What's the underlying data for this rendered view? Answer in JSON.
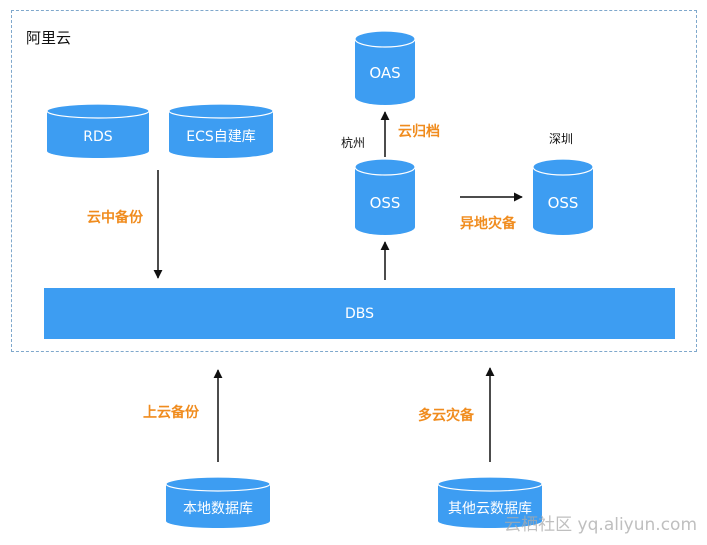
{
  "title": "阿里云",
  "databases": {
    "rds": "RDS",
    "ecs": "ECS自建库",
    "oas": "OAS",
    "oss_hangzhou": "OSS",
    "oss_shenzhen": "OSS",
    "local_db": "本地数据库",
    "other_cloud_db": "其他云数据库"
  },
  "dbs_label": "DBS",
  "locations": {
    "hangzhou": "杭州",
    "shenzhen": "深圳"
  },
  "flows": {
    "cloud_backup": "云中备份",
    "archive": "云归档",
    "remote_dr": "异地灾备",
    "upload_backup": "上云备份",
    "multi_cloud_dr": "多云灾备"
  },
  "watermark": "云栖社区 yq.aliyun.com",
  "colors": {
    "db_fill": "#3d9df2",
    "accent_text": "#f08c1e",
    "frame": "#7fa8cc"
  }
}
